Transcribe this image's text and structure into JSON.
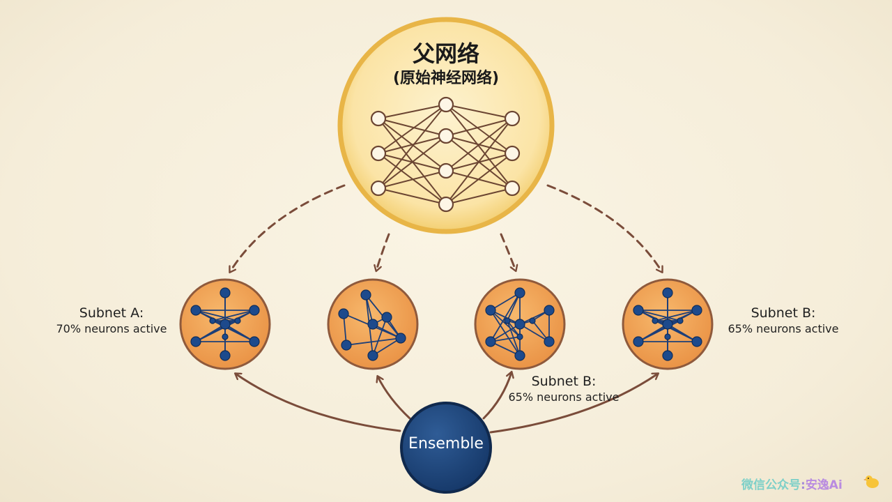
{
  "parent_network": {
    "title": "父网络",
    "subtitle": "(原始神经网络)"
  },
  "subnets": [
    {
      "name": "Subnet A:",
      "detail": "70% neurons active"
    },
    {
      "name": "",
      "detail": ""
    },
    {
      "name": "Subnet B:",
      "detail": "65% neurons active"
    },
    {
      "name": "Subnet B:",
      "detail": "65% neurons active"
    }
  ],
  "ensemble": {
    "label": "Ensemble"
  },
  "watermark": {
    "prefix": "微信公众号",
    "separator": ":",
    "brand": "安逸Ai"
  },
  "colors": {
    "parent_fill": "#fce9b8",
    "parent_ring": "#eab94a",
    "subnet_fill": "#f2a457",
    "subnet_ring": "#8f5a3c",
    "node_blue": "#1d4a8c",
    "ensemble_fill": "#1f4478",
    "arrow": "#7a4c3a"
  }
}
